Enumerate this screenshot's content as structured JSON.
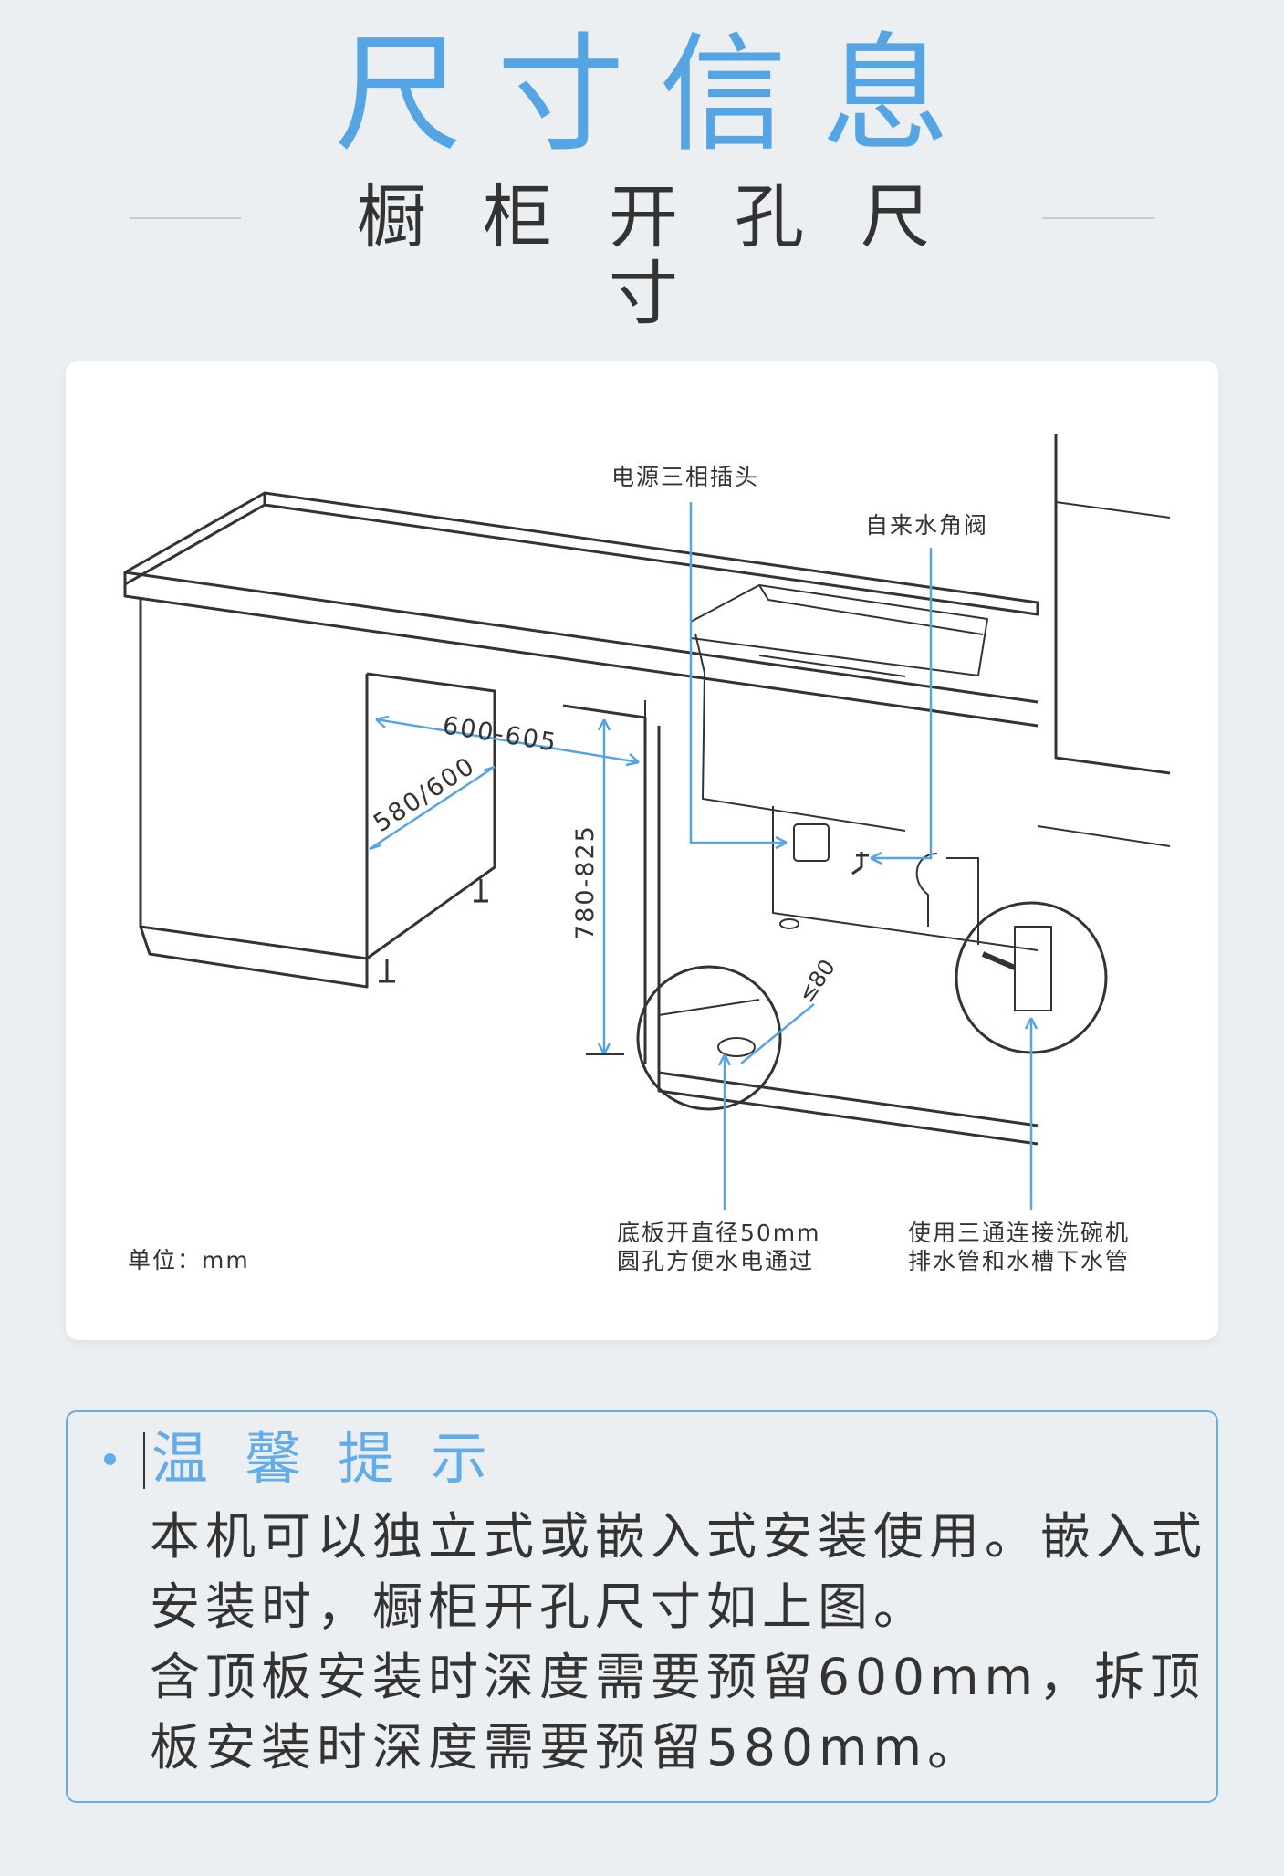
{
  "header": {
    "title": "尺寸信息",
    "subtitle": "橱柜开孔尺寸"
  },
  "diagram": {
    "labels": {
      "power": "电源三相插头",
      "valve": "自来水角阀",
      "width": "600-605",
      "depth": "580/600",
      "height": "780-825",
      "hole_offset": "≤80",
      "bottom_hole_line1": "底板开直径50mm",
      "bottom_hole_line2": "圆孔方便水电通过",
      "tee_line1": "使用三通连接洗碗机",
      "tee_line2": "排水管和水槽下水管",
      "unit": "单位：mm"
    },
    "colors": {
      "accent": "#55a4e3",
      "line": "#333333"
    }
  },
  "tips": {
    "title": "温馨提示",
    "lines": [
      "本机可以独立式或嵌入式安装使用。嵌入式",
      "安装时，橱柜开孔尺寸如上图。",
      "含顶板安装时深度需要预留600mm，拆顶",
      "板安装时深度需要预留580mm。"
    ]
  }
}
